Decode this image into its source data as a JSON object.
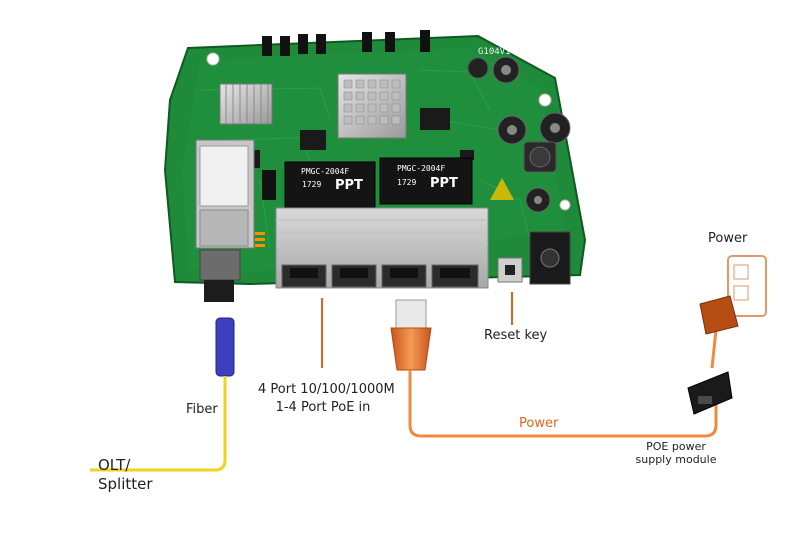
{
  "colors": {
    "pcb": "#1f8a3a",
    "pcb_dark": "#146b2b",
    "cable_orange": "#f08a3c",
    "fiber_yellow": "#f2d31b",
    "fiber_blue": "#3b3fc0",
    "leader": "#e0661f"
  },
  "board": {
    "model": "G104V1.3",
    "chips": [
      {
        "brand": "PPT",
        "part": "PMGC-2004F",
        "code": "1729"
      },
      {
        "brand": "PPT",
        "part": "PMGC-2004F",
        "code": "1729"
      }
    ]
  },
  "labels": {
    "power_top": "Power",
    "reset_key": "Reset key",
    "ports_line1": "4 Port 10/100/1000M",
    "ports_line2": "1-4 Port PoE in",
    "fiber": "Fiber",
    "olt_line1": "OLT/",
    "olt_line2": "Splitter",
    "power_cable": "Power",
    "poe_line1": "POE power",
    "poe_line2": "supply module"
  }
}
